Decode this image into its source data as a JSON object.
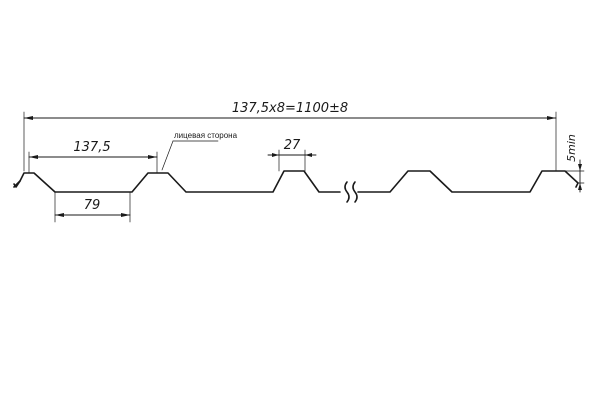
{
  "drawing": {
    "dimensions": {
      "overall_width": "137,5х8=1100±8",
      "pitch": "137,5",
      "bottom_width": "79",
      "top_width": "27",
      "edge_height": "5min"
    },
    "callout": {
      "face_side": "лицевая сторона"
    }
  }
}
